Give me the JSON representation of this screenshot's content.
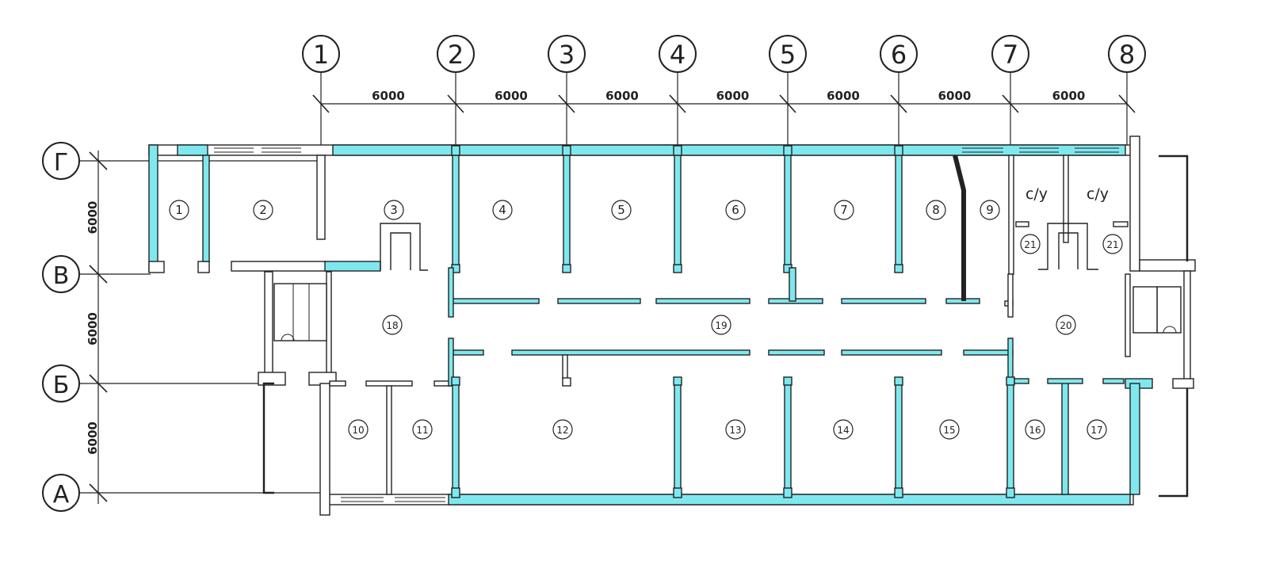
{
  "colors": {
    "line": "#222222",
    "wall_fill": "#ffffff",
    "accent": "#7fe8ef"
  },
  "axes_columns": [
    "1",
    "2",
    "3",
    "4",
    "5",
    "6",
    "7",
    "8"
  ],
  "axes_rows": [
    "Г",
    "В",
    "Б",
    "А"
  ],
  "dimensions_horizontal": [
    "6000",
    "6000",
    "6000",
    "6000",
    "6000",
    "6000",
    "6000"
  ],
  "dimensions_vertical": [
    "6000",
    "6000",
    "6000"
  ],
  "rooms": [
    "1",
    "2",
    "3",
    "4",
    "5",
    "6",
    "7",
    "8",
    "9",
    "18",
    "19",
    "20",
    "10",
    "11",
    "12",
    "13",
    "14",
    "15",
    "16",
    "17",
    "21",
    "21"
  ],
  "toilet_labels": [
    "с/у",
    "с/у"
  ]
}
